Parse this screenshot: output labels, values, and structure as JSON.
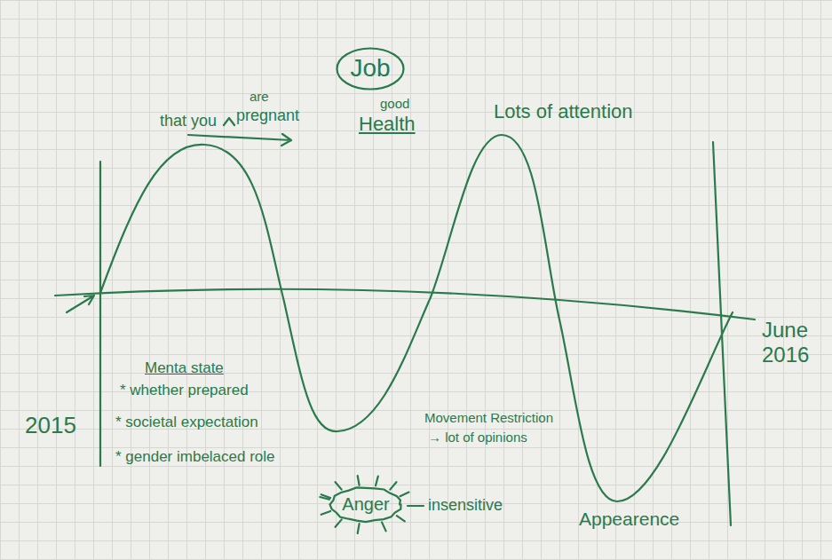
{
  "diagram": {
    "nodes": [
      {
        "text": [
          "Job"
        ]
      },
      {
        "text": [
          "Anger"
        ]
      }
    ],
    "labels": [
      "are",
      "that you",
      "pregnant",
      "good",
      "Health",
      "Lots of attention",
      "Menta state",
      "* whether prepared",
      "* societal expectation",
      "* gender imbelaced role",
      "2015",
      "Movement Restriction",
      "→ lot of opinions",
      "insensitive",
      "Appearence",
      "June 2016"
    ]
  }
}
